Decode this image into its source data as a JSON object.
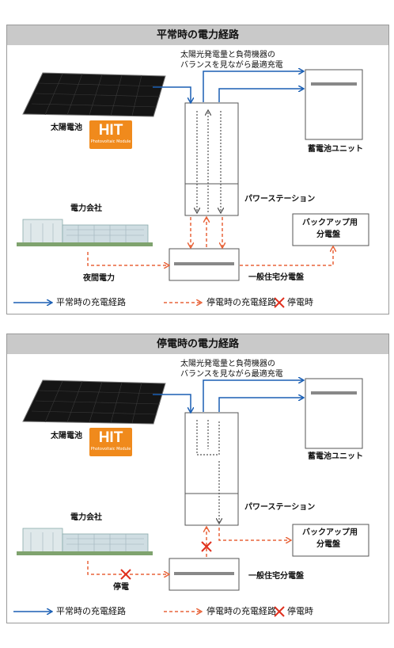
{
  "panel_normal": {
    "title": "平常時の電力経路",
    "solar_label": "太陽電池",
    "balance_note_line1": "太陽光発電量と負荷機器の",
    "balance_note_line2": "バランスを見ながら最適充電",
    "battery_label": "蓄電池ユニット",
    "power_station_label": "パワーステーション",
    "utility_label": "電力会社",
    "night_power_label": "夜間電力",
    "backup_panel_line1": "バックアップ用",
    "backup_panel_line2": "分電盤",
    "main_panel_label": "一般住宅分電盤"
  },
  "panel_outage": {
    "title": "停電時の電力経路",
    "solar_label": "太陽電池",
    "balance_note_line1": "太陽光発電量と負荷機器の",
    "balance_note_line2": "バランスを見ながら最適充電",
    "battery_label": "蓄電池ユニット",
    "power_station_label": "パワーステーション",
    "utility_label": "電力会社",
    "outage_label": "停電",
    "backup_panel_line1": "バックアップ用",
    "backup_panel_line2": "分電盤",
    "main_panel_label": "一般住宅分電盤"
  },
  "logo": {
    "text": "HIT",
    "subtitle": "Photovoltaic Module"
  },
  "legend": {
    "normal": "平常時の充電経路",
    "outage": "停電時の充電経路",
    "outage_mark": "停電時"
  },
  "colors": {
    "normal_path": "#1a5fb4",
    "outage_path": "#e8643a",
    "cross": "#e0301e",
    "header_bg": "#c9c9c9",
    "logo_bg": "#f08a1c"
  }
}
